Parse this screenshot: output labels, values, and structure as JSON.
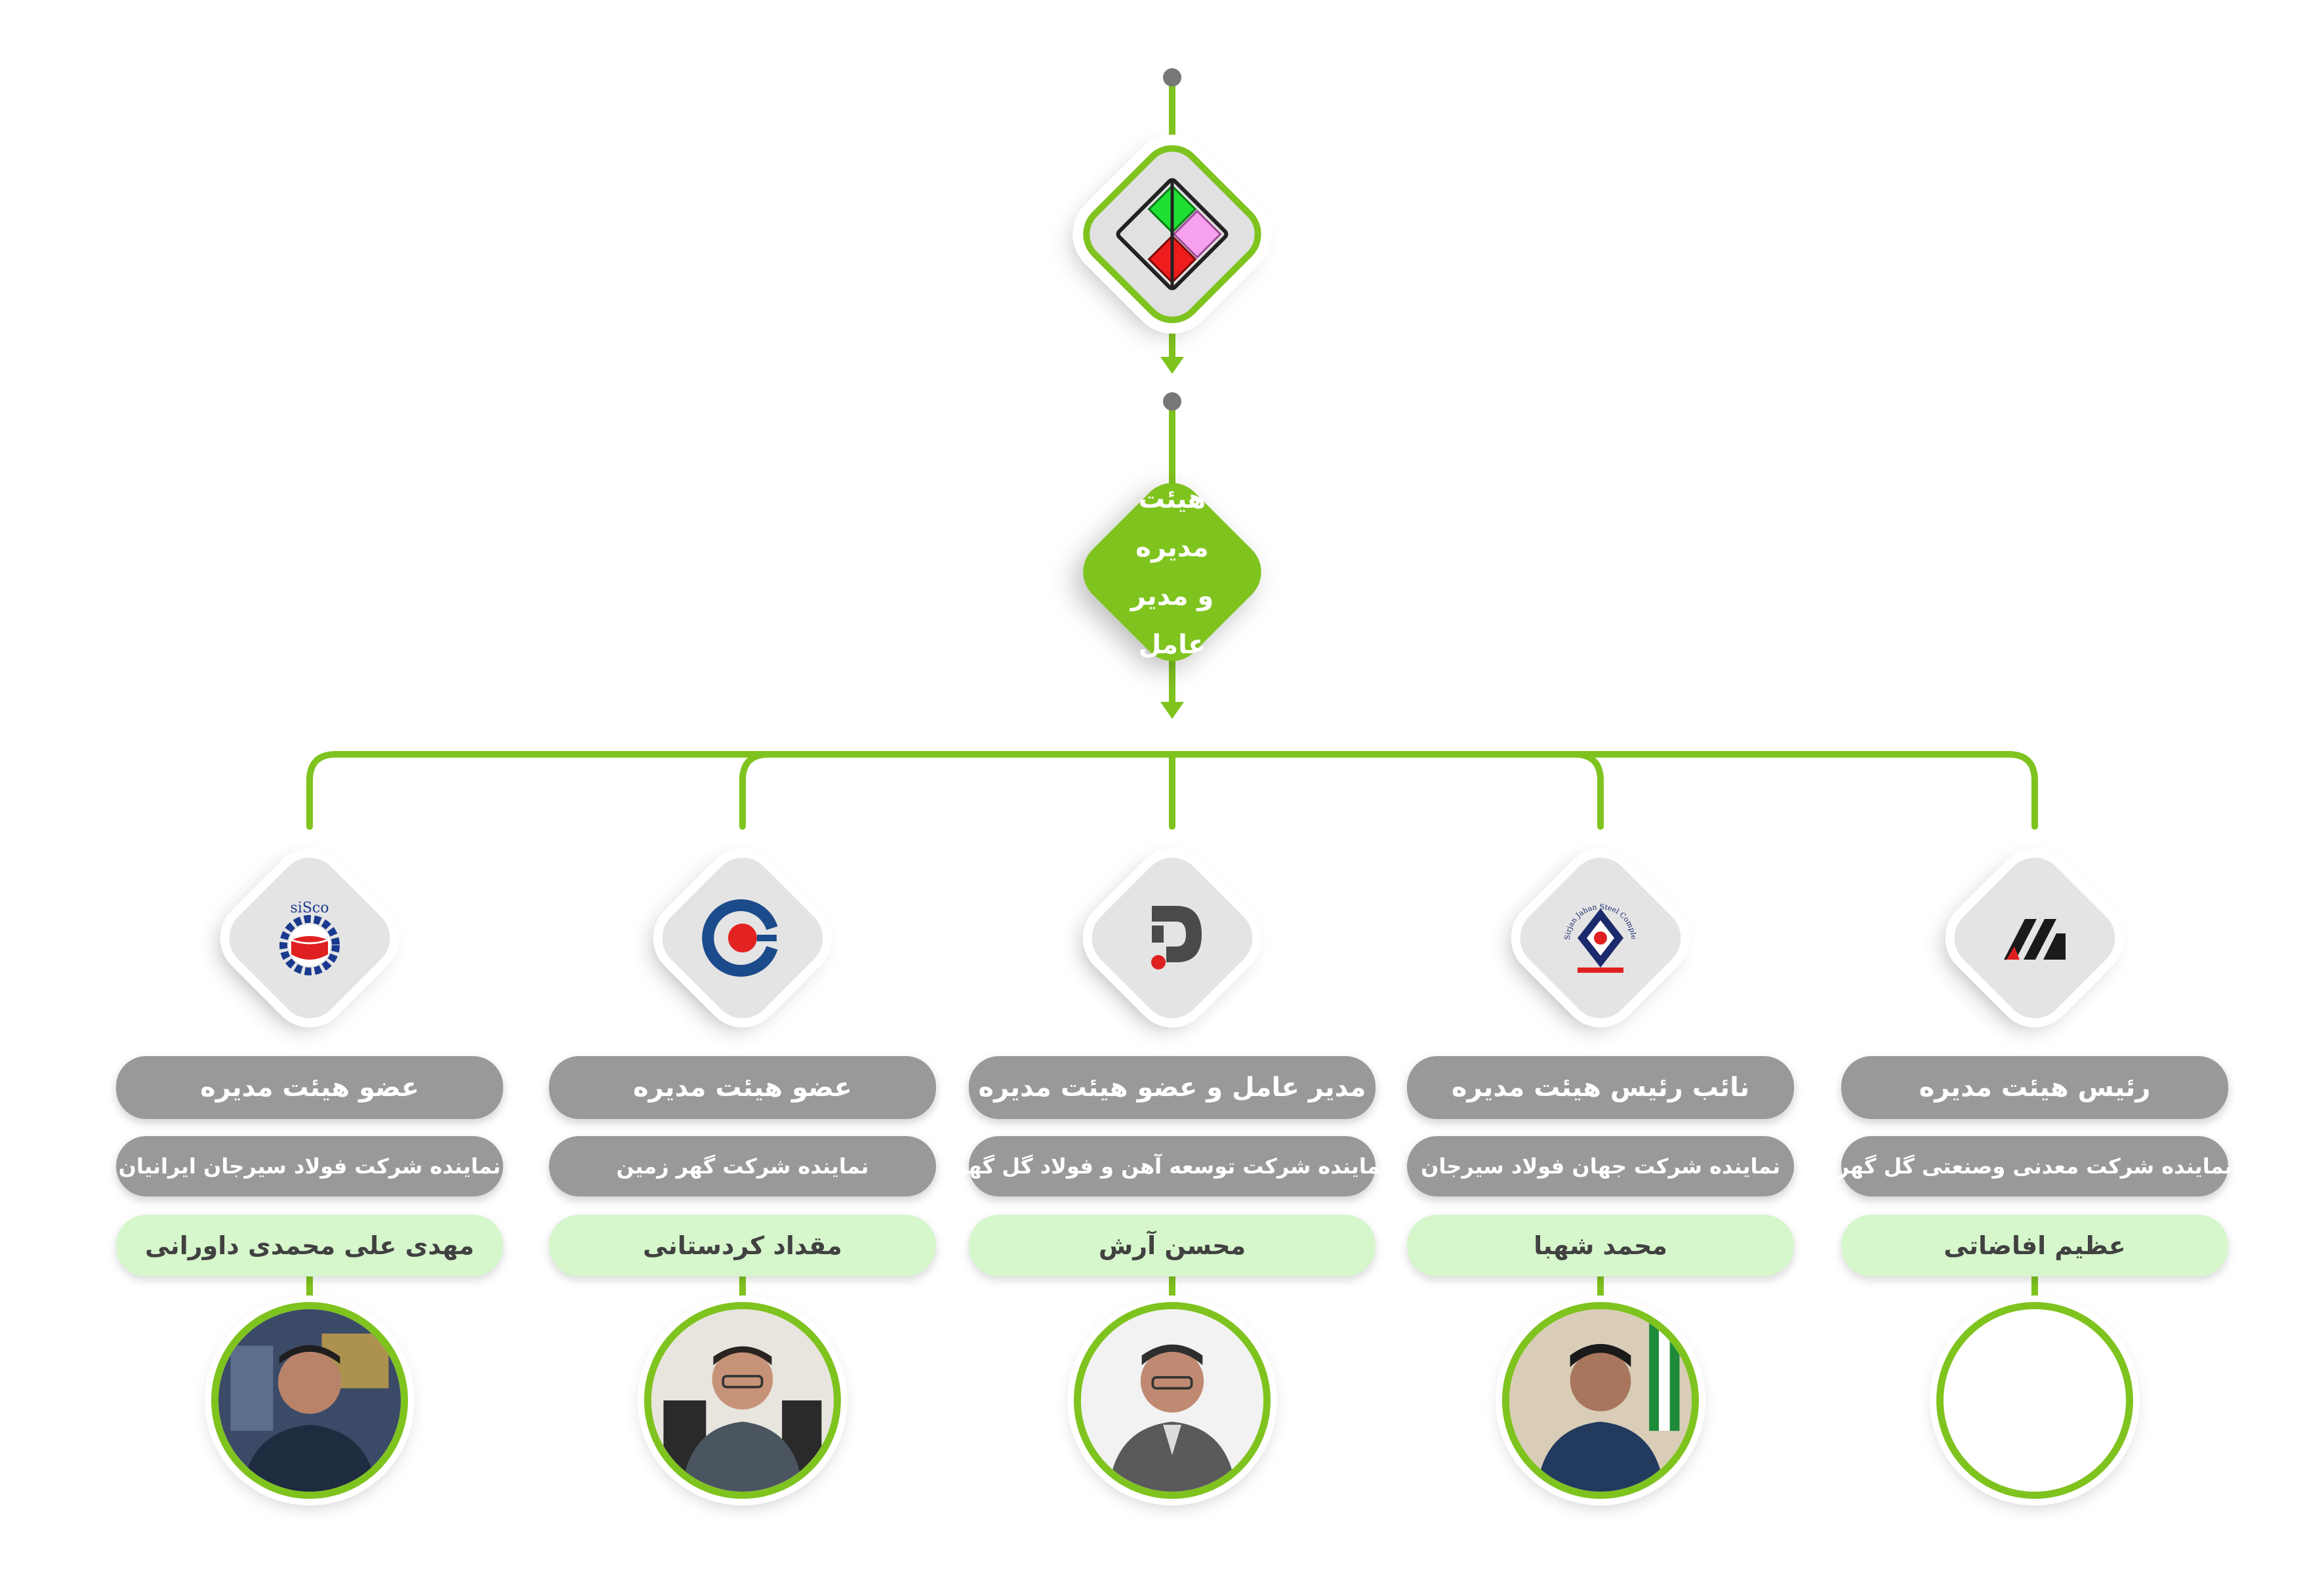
{
  "colors": {
    "accent": "#7fc31f",
    "pill_gray": "#999999",
    "name_bg": "#d6f6cc",
    "connector_dot": "#777777"
  },
  "header": {
    "company_logo_icon": "colored-squares-logo-icon"
  },
  "board": {
    "label": "هیئت مدیره\nو مدیر عامل"
  },
  "members": [
    {
      "logo_icon": "sisco-gear-logo-icon",
      "logo_text": "siSco",
      "role": "عضو هیئت مدیره",
      "representative": "نماینده شرکت فولاد سیرجان ایرانیان",
      "name": "مهدی علی محمدی داورانی",
      "photo_icon": "person-photo-icon"
    },
    {
      "logo_icon": "gohar-zamin-logo-icon",
      "role": "عضو هیئت مدیره",
      "representative": "نماینده شرکت گهر زمین",
      "name": "مقداد  کردستانی",
      "photo_icon": "person-photo-icon"
    },
    {
      "logo_icon": "d-letter-logo-icon",
      "role": "مدیر عامل و عضو هیئت مدیره",
      "representative": "نماینده شرکت توسعه آهن و فولاد گل گهر",
      "name": "محسن آرش",
      "photo_icon": "person-photo-icon"
    },
    {
      "logo_icon": "sirjan-jahan-steel-logo-icon",
      "logo_text": "Sirjan Jahan Steel Complex",
      "role": "نائب رئیس هیئت مدیره",
      "representative": "نماینده شرکت جهان فولاد سیرجان",
      "name": "محمد شهبا",
      "photo_icon": "person-photo-icon"
    },
    {
      "logo_icon": "gol-gohar-logo-icon",
      "role": "رئیس هیئت مدیره",
      "representative": "نماینده شرکت معدنی وصنعتی گل گهر",
      "name": "عظیم افاضاتی",
      "photo_icon": "empty-photo-placeholder-icon"
    }
  ]
}
